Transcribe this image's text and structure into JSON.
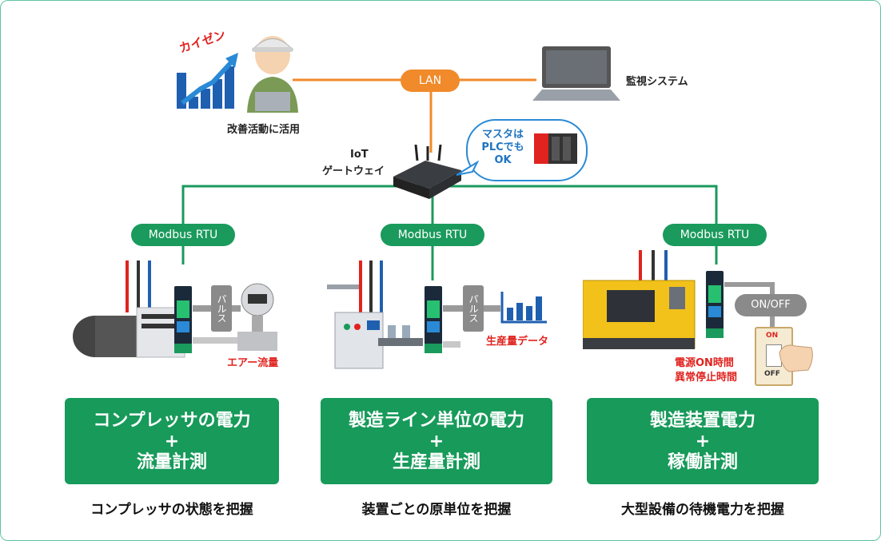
{
  "top": {
    "kaizen_text": "カイゼン",
    "worker_caption": "改善活動に活用",
    "lan_label": "LAN",
    "monitor_caption": "監視システム",
    "gateway_line1": "IoT",
    "gateway_line2": "ゲートウェイ",
    "bubble_line1": "マスタは",
    "bubble_line2": "PLCでも",
    "bubble_line3": "OK"
  },
  "columns": [
    {
      "protocol": "Modbus RTU",
      "pulse_label": "パルス",
      "sensor_label": "エアー流量",
      "feature_line1": "コンプレッサの電力",
      "feature_line2": "+",
      "feature_line3": "流量計測",
      "caption": "コンプレッサの状態を把握"
    },
    {
      "protocol": "Modbus RTU",
      "pulse_label": "パルス",
      "sensor_label": "生産量データ",
      "feature_line1": "製造ライン単位の電力",
      "feature_line2": "+",
      "feature_line3": "生産量計測",
      "caption": "装置ごとの原単位を把握"
    },
    {
      "protocol": "Modbus RTU",
      "onoff_label": "ON/OFF",
      "switch_on": "ON",
      "switch_off": "OFF",
      "sensor_label_line1": "電源ON時間",
      "sensor_label_line2": "異常停止時間",
      "feature_line1": "製造装置電力",
      "feature_line2": "+",
      "feature_line3": "稼働計測",
      "caption": "大型設備の待機電力を把握"
    }
  ],
  "colors": {
    "green": "#1a9a5c",
    "orange": "#f08a2a",
    "red": "#e0231f",
    "blue": "#1f74c0"
  }
}
